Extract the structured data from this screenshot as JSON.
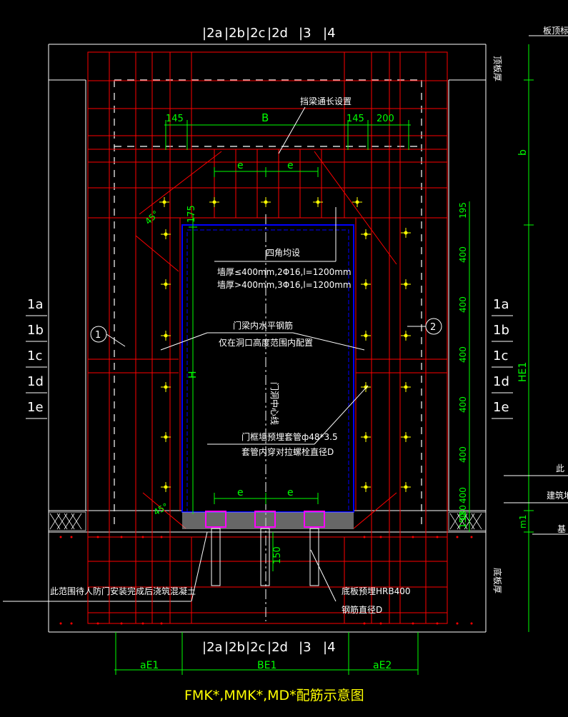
{
  "top_sections": [
    "|2a",
    "|2b",
    "|2c",
    "|2d",
    "|3",
    "|4"
  ],
  "bottom_sections": [
    "|2a",
    "|2b",
    "|2c",
    "|2d",
    "|3",
    "|4"
  ],
  "left_sections": [
    "1a",
    "1b",
    "1c",
    "1d",
    "1e"
  ],
  "right_sections": [
    "1a",
    "1b",
    "1c",
    "1d",
    "1e"
  ],
  "dims": {
    "d145_left": "145",
    "B": "B",
    "d145_right": "145",
    "d200": "200",
    "e_top_1": "e",
    "e_top_2": "e",
    "e_bot_1": "e",
    "e_bot_2": "e",
    "d175": "175",
    "H": "H",
    "d150": "150",
    "b": "b",
    "HE1": "HE1",
    "m1": "m1",
    "aE1": "aE1",
    "BE1": "BE1",
    "aE2": "aE2",
    "right_stack": [
      "195",
      "400",
      "400",
      "400",
      "400",
      "400",
      "400",
      "180",
      "150"
    ],
    "angle_top": "45°",
    "angle_bottom": "45°"
  },
  "notes": {
    "lintel": "挡梁通长设置",
    "four_corner": "四角均设",
    "wall_thin": "墙厚≤400mm,2Φ16,l=1200mm",
    "wall_thick": "墙厚>400mm,3Φ16,l=1200mm",
    "horiz_rebar_1": "门梁内水平钢筋",
    "horiz_rebar_2": "仅在洞口高度范围内配置",
    "door_center": "门洞中心线",
    "sleeve_1": "门框墙预埋套管ф48*3.5",
    "sleeve_2": "套管内穿对拉螺栓直径D",
    "concrete": "此范围待人防门安装完成后浇筑混凝土",
    "slab_bar_1": "底板预埋HRB400",
    "slab_bar_2": "钢筋直径D",
    "slab_top_label": "板顶标高",
    "roof_thick": "顶板厚",
    "floor_thick": "底板厚",
    "right_1": "此",
    "right_2": "建筑地",
    "right_3": "基"
  },
  "markers": {
    "circle1": "1",
    "circle2": "2"
  },
  "title": "FMK*,MMK*,MD*配筋示意图",
  "colors": {
    "red": "#ff0000",
    "green": "#00ff00",
    "yellow": "#ffff00",
    "white": "#ffffff",
    "blue": "#0000ff",
    "magenta": "#ff00ff"
  }
}
